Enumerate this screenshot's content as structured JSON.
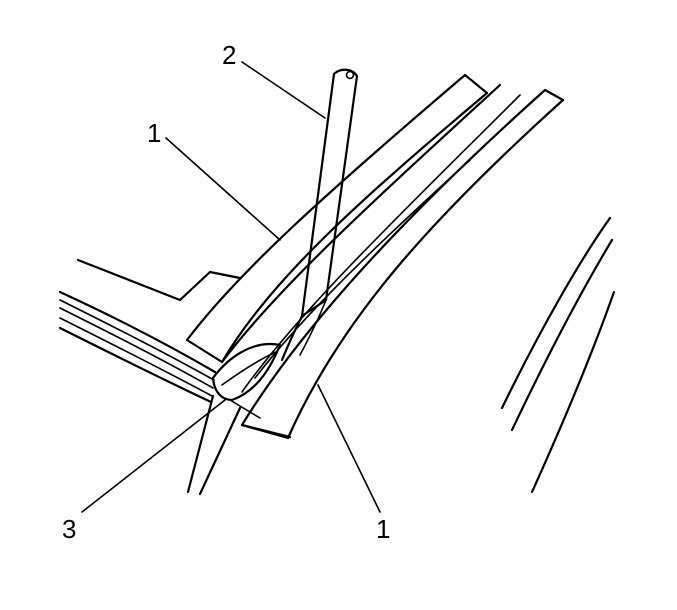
{
  "diagram": {
    "colors": {
      "ink": "#000000",
      "background": "#ffffff"
    },
    "callouts": [
      {
        "id": "c1-top",
        "label": "1"
      },
      {
        "id": "c2",
        "label": "2"
      },
      {
        "id": "c3",
        "label": "3"
      },
      {
        "id": "c1-bottom",
        "label": "1"
      }
    ]
  }
}
